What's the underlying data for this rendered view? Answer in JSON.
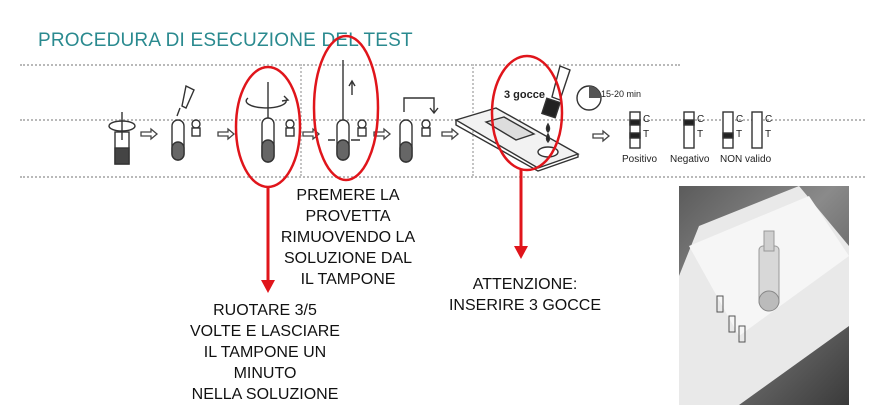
{
  "title": "PROCEDURA DI ESECUZIONE DEL TEST",
  "steps_labels": {
    "drops": "3 gocce",
    "time": "15-20 min",
    "c": "C",
    "t": "T",
    "positive": "Positivo",
    "negative": "Negativo",
    "invalid": "NON valido"
  },
  "notes": {
    "rotate": "RUOTARE 3/5\nVOLTE E LASCIARE\nIL TAMPONE UN\nMINUTO\nNELLA SOLUZIONE",
    "press": "PREMERE LA\nPROVETTA\nRIMUOVENDO LA\nSOLUZIONE DAL\nIL TAMPONE",
    "attention": "ATTENZIONE:\nINSERIRE 3 GOCCE"
  },
  "colors": {
    "title": "#2a8a8f",
    "highlight": "#e0151b"
  }
}
